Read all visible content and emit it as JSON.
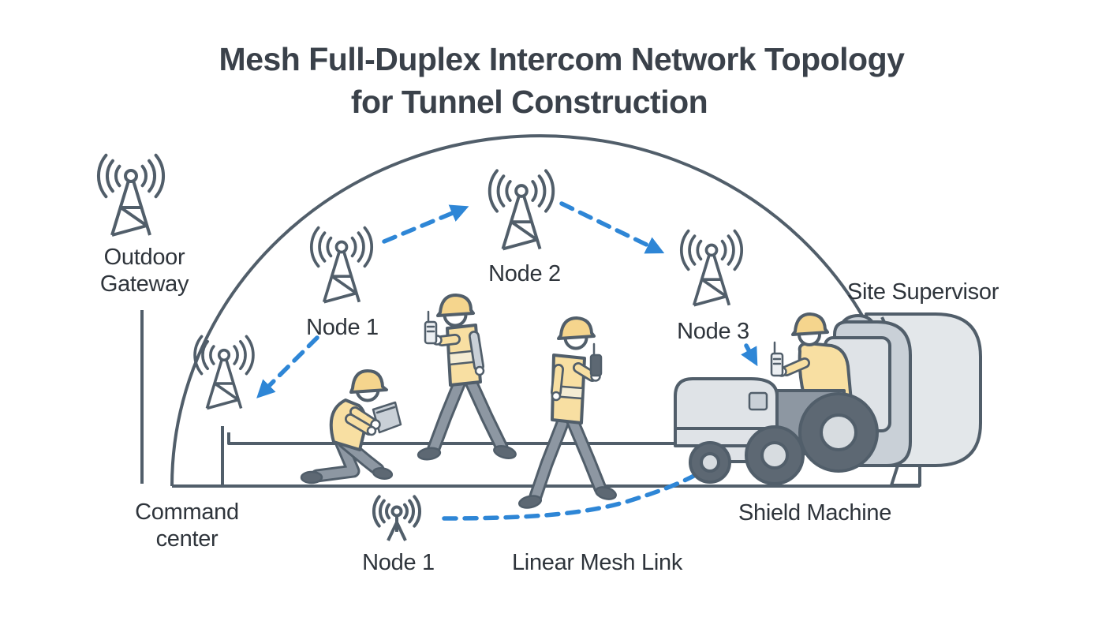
{
  "title": {
    "line1": "Mesh Full-Duplex Intercom Network Topology",
    "line2": "for Tunnel Construction"
  },
  "labels": {
    "outdoor_gateway": {
      "line1": "Outdoor",
      "line2": "Gateway"
    },
    "command_center": {
      "line1": "Command",
      "line2": "center"
    },
    "node1": "Node 1",
    "node2": "Node 2",
    "node3": "Node 3",
    "node1_floor": "Node 1",
    "linear_mesh_link": "Linear Mesh Link",
    "site_supervisor": "Site Supervisor",
    "shield_machine": "Shield Machine"
  },
  "connections": [
    {
      "from": "Node 1",
      "to": "Node 2",
      "type": "dashed-arrow"
    },
    {
      "from": "Node 2",
      "to": "Node 3",
      "type": "dashed-arrow"
    },
    {
      "from": "Node 1",
      "to": "tunnel-entrance-node",
      "type": "dashed-arrow"
    },
    {
      "from": "Node 3",
      "to": "site-supervisor",
      "type": "dashed-arrow"
    },
    {
      "from": "floor-node-1",
      "to": "shield-machine",
      "type": "dashed-curve",
      "label": "Linear Mesh Link"
    }
  ],
  "icons": {
    "outdoor_gateway": "radio-tower-icon",
    "tunnel_entrance_node": "radio-tower-icon",
    "node1": "radio-tower-icon",
    "node2": "radio-tower-icon",
    "node3": "radio-tower-icon",
    "floor_node": "antenna-mast-icon",
    "figures": [
      "kneeling-worker-icon",
      "walking-worker-icon",
      "walking-worker-icon",
      "site-supervisor-icon"
    ],
    "machine": "shield-machine-icon"
  },
  "colors": {
    "line": "#515e6a",
    "text": "#2e343b",
    "title_text": "#3a414a",
    "link_blue": "#2e86d6",
    "hat_yellow": "#f5d58d",
    "shirt_yellow": "#f8dfa2",
    "vest_stripe": "#f4ecd3",
    "skin_white": "#ffffff",
    "pants_gray": "#8d97a2",
    "dark_gray": "#5d6873",
    "sleeve_gray": "#c9d0d7",
    "machine_light": "#e3e7ea",
    "machine_mid": "#c9d0d7",
    "machine_box": "#dfe3e7",
    "hub_gray": "#d7dce0",
    "walkie_light": "#eceff2"
  }
}
